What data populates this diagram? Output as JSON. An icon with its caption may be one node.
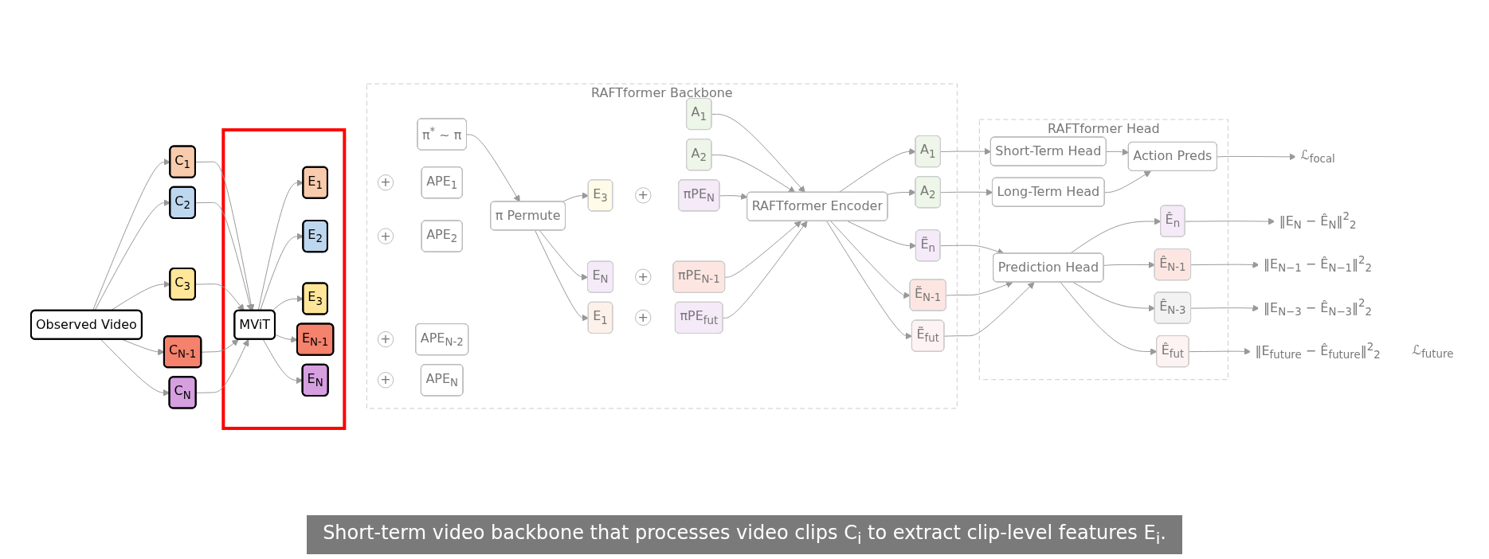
{
  "diagram": {
    "caption": "Short-term video backbone that processes video clips C$_{i}$ to extract clip-level features E$_{i}$.",
    "nodes": [
      {
        "text": [
          "Observed Video"
        ]
      },
      {
        "text": [
          "C$_{1}$"
        ]
      },
      {
        "text": [
          "C$_{2}$"
        ]
      },
      {
        "text": [
          "C$_{3}$"
        ]
      },
      {
        "text": [
          "C$_{N-1}$"
        ]
      },
      {
        "text": [
          "C$_{N}$"
        ]
      },
      {
        "text": [
          "MViT"
        ],
        "in": 55
      },
      {
        "text": [
          "E$_{1}$"
        ],
        "in": 55
      },
      {
        "text": [
          "E$_{2}$"
        ],
        "in": 55
      },
      {
        "text": [
          "E$_{3}$"
        ],
        "in": 55
      },
      {
        "text": [
          "E$_{N-1}$"
        ],
        "in": 55
      },
      {
        "text": [
          "E$_{N}$"
        ],
        "in": 55
      },
      {
        "text": [
          "RAFTformer Backbone"
        ]
      },
      {
        "text": [
          "π$^{*}$ ~ π"
        ],
        "in": 12
      },
      {
        "text": [
          "A$_{1}$"
        ],
        "in": 12
      },
      {
        "text": [
          "A$_{2}$"
        ],
        "in": 12
      },
      {
        "text": [
          "+"
        ],
        "in": 12
      },
      {
        "text": [
          "APE$_{1}$"
        ],
        "in": 12
      },
      {
        "text": [
          "+"
        ],
        "in": 12
      },
      {
        "text": [
          "APE$_{2}$"
        ],
        "in": 12
      },
      {
        "text": [
          "+"
        ],
        "in": 12
      },
      {
        "text": [
          "APE$_{N-2}$"
        ],
        "in": 12
      },
      {
        "text": [
          "+"
        ],
        "in": 12
      },
      {
        "text": [
          "APE$_{N}$"
        ],
        "in": 12
      },
      {
        "text": [
          "π Permute"
        ],
        "in": 12
      },
      {
        "text": [
          "E$_{3}$"
        ],
        "in": 12
      },
      {
        "text": [
          "+"
        ],
        "in": 12
      },
      {
        "text": [
          "πPE$_{N}$"
        ],
        "in": 12
      },
      {
        "text": [
          "E$_{N}$"
        ],
        "in": 12
      },
      {
        "text": [
          "+"
        ],
        "in": 12
      },
      {
        "text": [
          "πPE$_{N-1}$"
        ],
        "in": 12
      },
      {
        "text": [
          "E$_{1}$"
        ],
        "in": 12
      },
      {
        "text": [
          "+"
        ],
        "in": 12
      },
      {
        "text": [
          "πPE$_{fut}$"
        ],
        "in": 12
      },
      {
        "text": [
          "RAFTformer Encoder"
        ],
        "in": 12
      },
      {
        "text": [
          "A$_{1}$"
        ],
        "in": 12
      },
      {
        "text": [
          "A$_{2}$"
        ],
        "in": 12
      },
      {
        "text": [
          "Ẽ$_{n}$"
        ],
        "in": 12
      },
      {
        "text": [
          "Ẽ$_{N-1}$"
        ],
        "in": 12
      },
      {
        "text": [
          "Ẽ$_{fut}$"
        ],
        "in": 12
      },
      {
        "text": [
          "RAFTformer Head"
        ]
      },
      {
        "text": [
          "Short-Term Head"
        ],
        "in": 40
      },
      {
        "text": [
          "Long-Term Head"
        ],
        "in": 40
      },
      {
        "text": [
          "Action Preds"
        ],
        "in": 40
      },
      {
        "text": [
          "Prediction Head"
        ],
        "in": 40
      },
      {
        "text": [
          "Ê$_{n}$"
        ],
        "in": 40
      },
      {
        "text": [
          "Ê$_{N-1}$"
        ],
        "in": 40
      },
      {
        "text": [
          "Ê$_{N-3}$"
        ],
        "in": 40
      },
      {
        "text": [
          "Ê$_{fut}$"
        ],
        "in": 40
      },
      {
        "text": [
          "ℒ$_{focal}$"
        ]
      },
      {
        "text": [
          "‖E$_{N}$ − Ê$_{N}$‖$^{2}$$_{2}$"
        ]
      },
      {
        "text": [
          "‖E$_{N−1}$ − Ê$_{N−1}$‖$^{2}$$_{2}$"
        ]
      },
      {
        "text": [
          "‖E$_{N−3}$ − Ê$_{N−3}$‖$^{2}$$_{2}$"
        ]
      },
      {
        "text": [
          "‖E$_{future}$ − Ê$_{future}$‖$^{2}$$_{2}$"
        ]
      },
      {
        "text": [
          "ℒ$_{future}$"
        ]
      },
      {
        "text": [],
        "shape": "box"
      }
    ],
    "edges": [
      {
        "from": 0,
        "to": 1,
        "arrow": "to"
      },
      {
        "from": 0,
        "to": 2,
        "arrow": "to"
      },
      {
        "from": 0,
        "to": 3,
        "arrow": "to"
      },
      {
        "from": 0,
        "to": 4,
        "arrow": "to"
      },
      {
        "from": 0,
        "to": 5,
        "arrow": "to"
      },
      {
        "from": 1,
        "to": 6,
        "arrow": "to"
      },
      {
        "from": 2,
        "to": 6,
        "arrow": "to"
      },
      {
        "from": 3,
        "to": 6,
        "arrow": "to"
      },
      {
        "from": 4,
        "to": 6,
        "arrow": "to"
      },
      {
        "from": 5,
        "to": 6,
        "arrow": "to"
      },
      {
        "from": 6,
        "to": 7,
        "arrow": "to"
      },
      {
        "from": 6,
        "to": 8,
        "arrow": "to"
      },
      {
        "from": 6,
        "to": 9,
        "arrow": "to"
      },
      {
        "from": 6,
        "to": 10,
        "arrow": "to"
      },
      {
        "from": 6,
        "to": 11,
        "arrow": "to"
      },
      {
        "from": 13,
        "to": 24,
        "arrow": "to"
      },
      {
        "from": 24,
        "to": 25,
        "arrow": "to"
      },
      {
        "from": 24,
        "to": 28,
        "arrow": "to"
      },
      {
        "from": 24,
        "to": 31,
        "arrow": "to"
      },
      {
        "from": 14,
        "to": 34,
        "arrow": "to"
      },
      {
        "from": 15,
        "to": 34,
        "arrow": "to"
      },
      {
        "from": 27,
        "to": 34,
        "arrow": "to"
      },
      {
        "from": 30,
        "to": 34,
        "arrow": "to"
      },
      {
        "from": 33,
        "to": 34,
        "arrow": "to"
      },
      {
        "from": 34,
        "to": 35,
        "arrow": "to"
      },
      {
        "from": 34,
        "to": 36,
        "arrow": "to"
      },
      {
        "from": 34,
        "to": 37,
        "arrow": "to"
      },
      {
        "from": 34,
        "to": 38,
        "arrow": "to"
      },
      {
        "from": 34,
        "to": 39,
        "arrow": "to"
      },
      {
        "from": 35,
        "to": 41,
        "arrow": "to"
      },
      {
        "from": 36,
        "to": 42,
        "arrow": "to"
      },
      {
        "from": 41,
        "to": 43,
        "arrow": "to"
      },
      {
        "from": 42,
        "to": 43,
        "arrow": "to"
      },
      {
        "from": 43,
        "to": 49,
        "arrow": "to"
      },
      {
        "from": 37,
        "to": 44,
        "arrow": "to"
      },
      {
        "from": 38,
        "to": 44,
        "arrow": "to"
      },
      {
        "from": 39,
        "to": 44,
        "arrow": "to"
      },
      {
        "from": 44,
        "to": 45,
        "arrow": "to"
      },
      {
        "from": 44,
        "to": 46,
        "arrow": "to"
      },
      {
        "from": 44,
        "to": 47,
        "arrow": "to"
      },
      {
        "from": 44,
        "to": 48,
        "arrow": "to"
      },
      {
        "from": 45,
        "to": 50,
        "arrow": "to"
      },
      {
        "from": 46,
        "to": 51,
        "arrow": "to"
      },
      {
        "from": 47,
        "to": 52,
        "arrow": "to"
      },
      {
        "from": 48,
        "to": 53,
        "arrow": "to"
      }
    ]
  }
}
